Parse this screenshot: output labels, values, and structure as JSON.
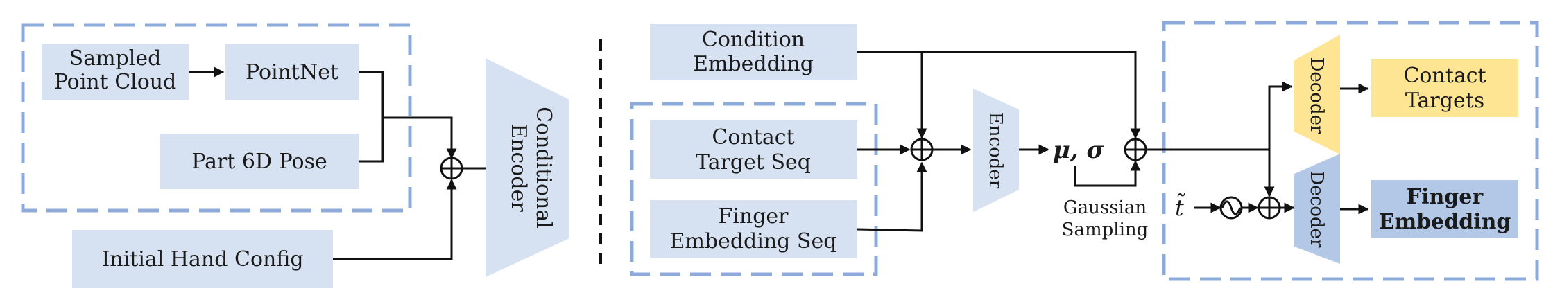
{
  "left_panel": {
    "sampled_point_cloud": [
      "Sampled",
      "Point Cloud"
    ],
    "pointnet": "PointNet",
    "part_6d_pose": "Part 6D Pose",
    "initial_hand_config": "Initial Hand Config",
    "conditional_encoder": [
      "Conditional",
      "Encoder"
    ]
  },
  "right_panel": {
    "condition_embedding": [
      "Condition",
      "Embedding"
    ],
    "contact_target_seq": [
      "Contact",
      "Target Seq"
    ],
    "finger_embedding_seq": [
      "Finger",
      "Embedding Seq"
    ],
    "encoder": "Encoder",
    "mu_sigma": "μ, σ",
    "gaussian_sampling": [
      "Gaussian",
      "Sampling"
    ],
    "t_tilde": "t̃",
    "decoder_top": "Decoder",
    "decoder_bottom": "Decoder",
    "contact_targets": [
      "Contact",
      "Targets"
    ],
    "finger_embedding": [
      "Finger",
      "Embedding"
    ]
  },
  "colors": {
    "box_fill": "#d6e1f2",
    "box_dark_fill": "#b3c7e6",
    "yellow_fill": "#fde594",
    "dashed_border": "#8eaadb",
    "line": "#111111"
  },
  "icons": {
    "plus_operator": "circled-plus-icon",
    "noise_operator": "sine-wave-icon"
  }
}
